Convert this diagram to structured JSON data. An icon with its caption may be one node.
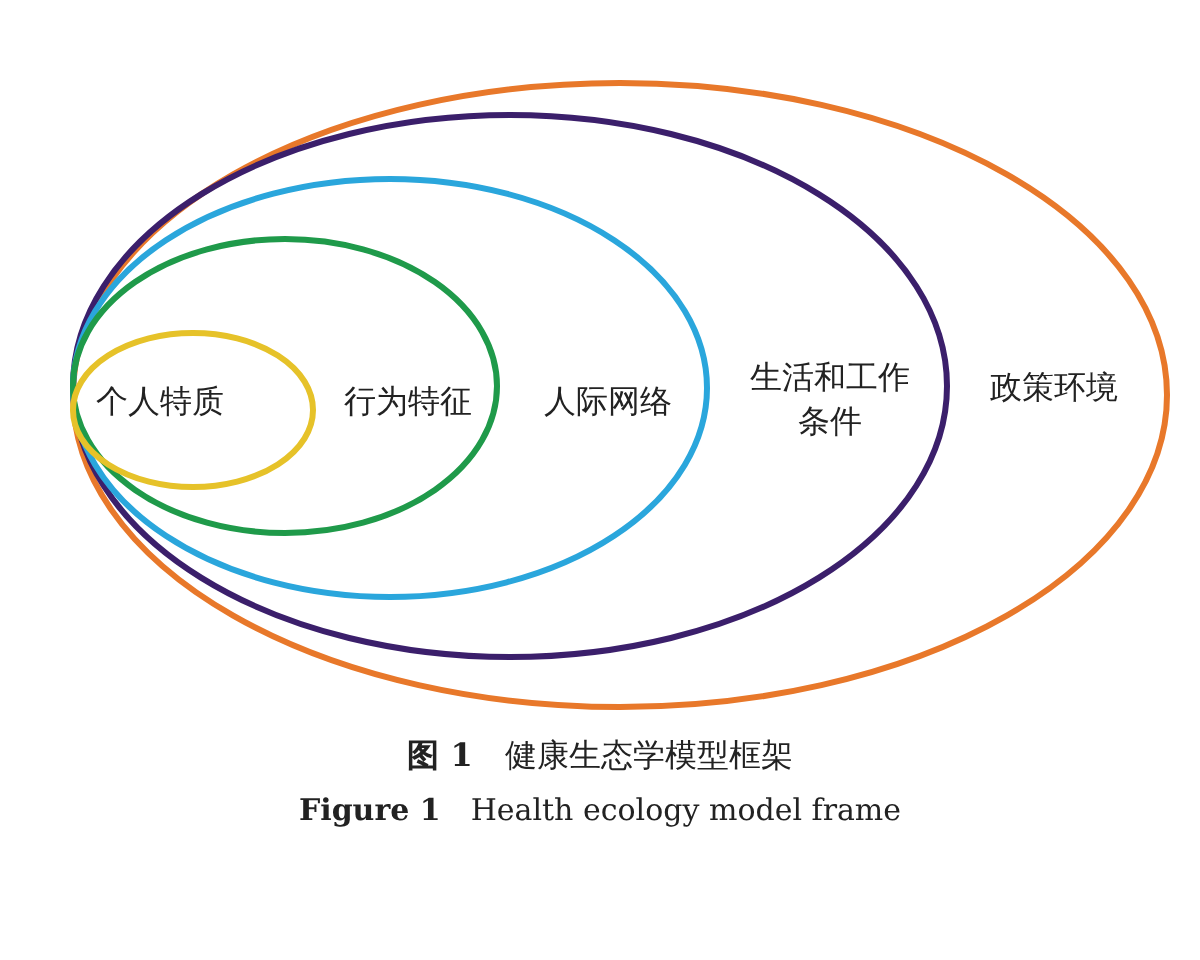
{
  "diagram": {
    "caption": "**图 1**　健康生态学模型框架",
    "nodes": [
      {
        "text": [
          "政策环境"
        ]
      },
      {
        "text": [
          "生活和工作条件"
        ],
        "in": 0
      },
      {
        "text": [
          "人际网络"
        ],
        "in": 1
      },
      {
        "text": [
          "行为特征"
        ],
        "in": 2
      },
      {
        "text": [
          "个人特质"
        ],
        "in": 3
      }
    ],
    "labels": [
      "**Figure 1**　Health ecology model frame"
    ]
  }
}
